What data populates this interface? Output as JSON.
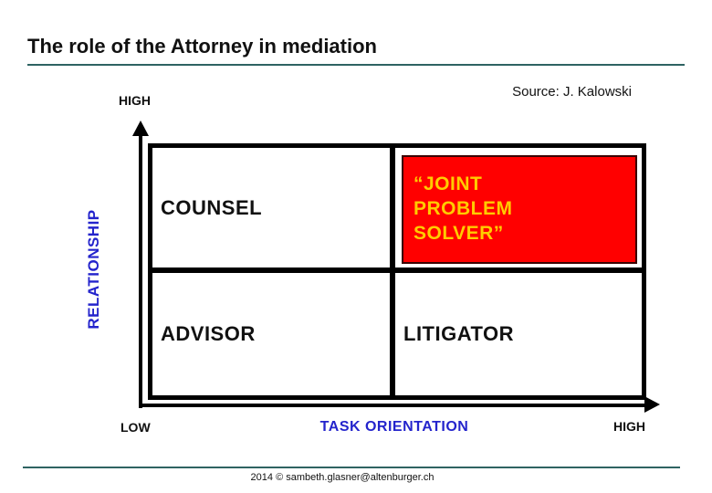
{
  "slide": {
    "title": "The role of the Attorney in mediation",
    "source": "Source: J. Kalowski",
    "footer": "2014 © sambeth.glasner@altenburger.ch"
  },
  "matrix": {
    "type": "2x2-quadrant-diagram",
    "quadrants": {
      "top_left": "COUNSEL",
      "top_right": "“JOINT PROBLEM SOLVER”",
      "bottom_left": "ADVISOR",
      "bottom_right": "LITIGATOR"
    },
    "highlight": {
      "applies_to": "top_right",
      "fill_color": "#ff0000",
      "text_color": "#ffcc00"
    }
  },
  "axes": {
    "y": {
      "label": "RELATIONSHIP",
      "high": "HIGH"
    },
    "x": {
      "label": "TASK ORIENTATION",
      "low": "LOW",
      "high": "HIGH"
    },
    "label_color": "#2424cc"
  },
  "colors": {
    "rule_teal": "#2e6362",
    "axis_black": "#000000"
  }
}
